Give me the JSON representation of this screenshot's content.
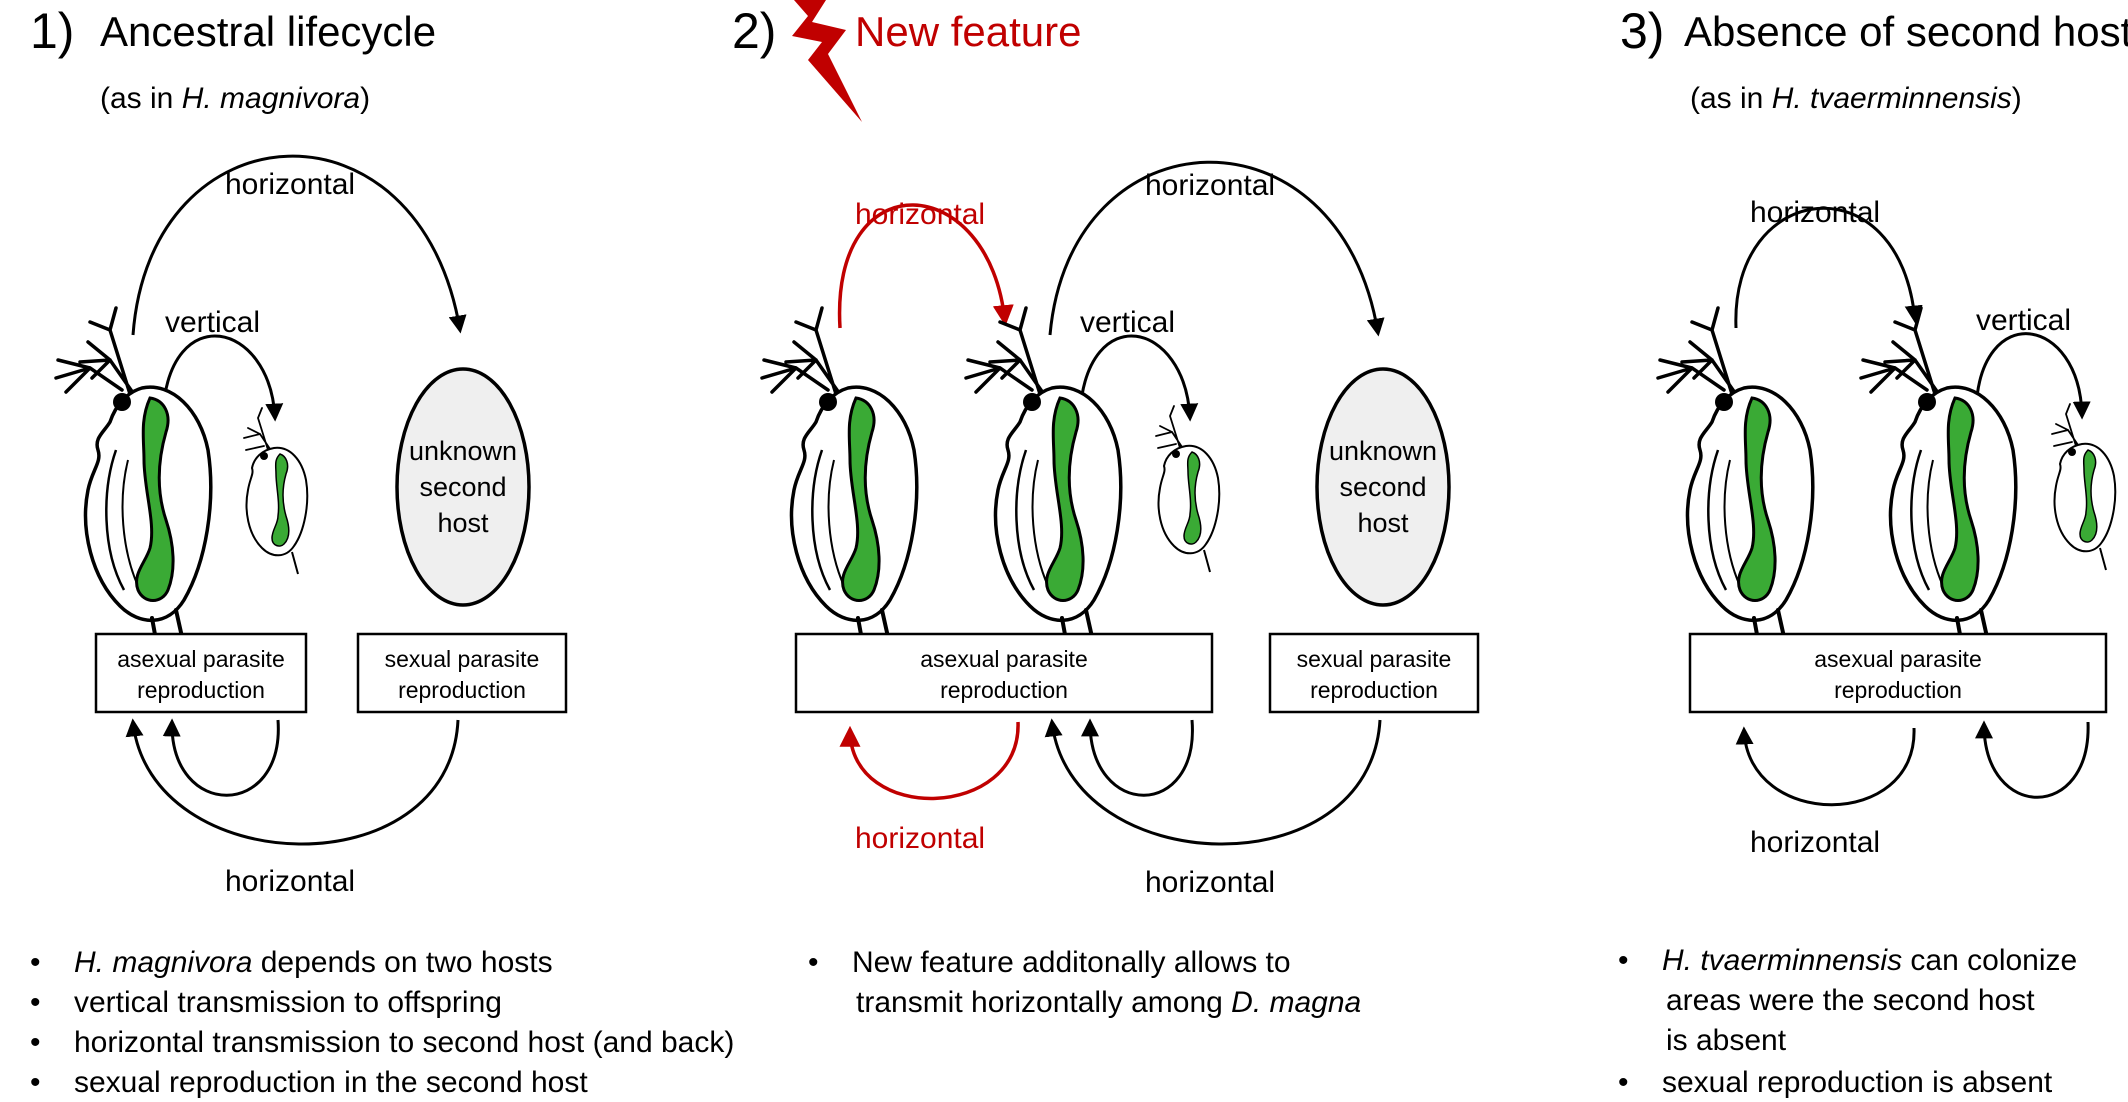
{
  "panels": [
    {
      "number": "1)",
      "title": "Ancestral lifecycle",
      "subtitle": {
        "before": "(as in ",
        "species": "H. magnivora",
        "after": ")"
      },
      "labels": {
        "horizontal_top": "horizontal",
        "vertical": "vertical",
        "horizontal_bottom": "horizontal"
      },
      "boxes": [
        [
          "asexual parasite",
          "reproduction"
        ],
        [
          "sexual parasite",
          "reproduction"
        ]
      ],
      "host": [
        "unknown",
        "second",
        "host"
      ],
      "bullets": [
        {
          "italic": "H. magnivora",
          "text": " depends on two hosts"
        },
        {
          "italic": "",
          "text": "vertical transmission to offspring"
        },
        {
          "italic": "",
          "text": "horizontal transmission to second host (and back)"
        },
        {
          "italic": "",
          "text": "sexual reproduction in the second host"
        }
      ]
    },
    {
      "number": "2)",
      "title": "New feature",
      "labels": {
        "horizontal_red_top": "horizontal",
        "horizontal_top": "horizontal",
        "vertical": "vertical",
        "horizontal_red_bottom": "horizontal",
        "horizontal_bottom": "horizontal"
      },
      "boxes": [
        [
          "asexual parasite",
          "reproduction"
        ],
        [
          "sexual parasite",
          "reproduction"
        ]
      ],
      "host": [
        "unknown",
        "second",
        "host"
      ],
      "bullet": {
        "line1": "New feature additonally allows to",
        "line2_before": "transmit horizontally among ",
        "line2_italic": "D. magna"
      }
    },
    {
      "number": "3)",
      "title": "Absence of second host",
      "subtitle": {
        "before": "(as in ",
        "species": "H. tvaerminnensis",
        "after": ")"
      },
      "labels": {
        "horizontal_top": "horizontal",
        "vertical": "vertical",
        "horizontal_bottom": "horizontal"
      },
      "boxes": [
        [
          "asexual parasite",
          "reproduction"
        ]
      ],
      "bullets": [
        {
          "italic": "H. tvaerminnensis",
          "text": " can colonize"
        },
        {
          "italic": "",
          "text": "areas were the second host"
        },
        {
          "italic": "",
          "text": "is absent"
        },
        {
          "italic": "",
          "text": "sexual reproduction is absent"
        }
      ]
    }
  ],
  "colors": {
    "accent": "#c00000",
    "parasite": "#3aaa35",
    "host_fill": "#efefef"
  },
  "icons": [
    "lightning-bolt-icon",
    "daphnia-adult-icon",
    "daphnia-offspring-icon"
  ]
}
